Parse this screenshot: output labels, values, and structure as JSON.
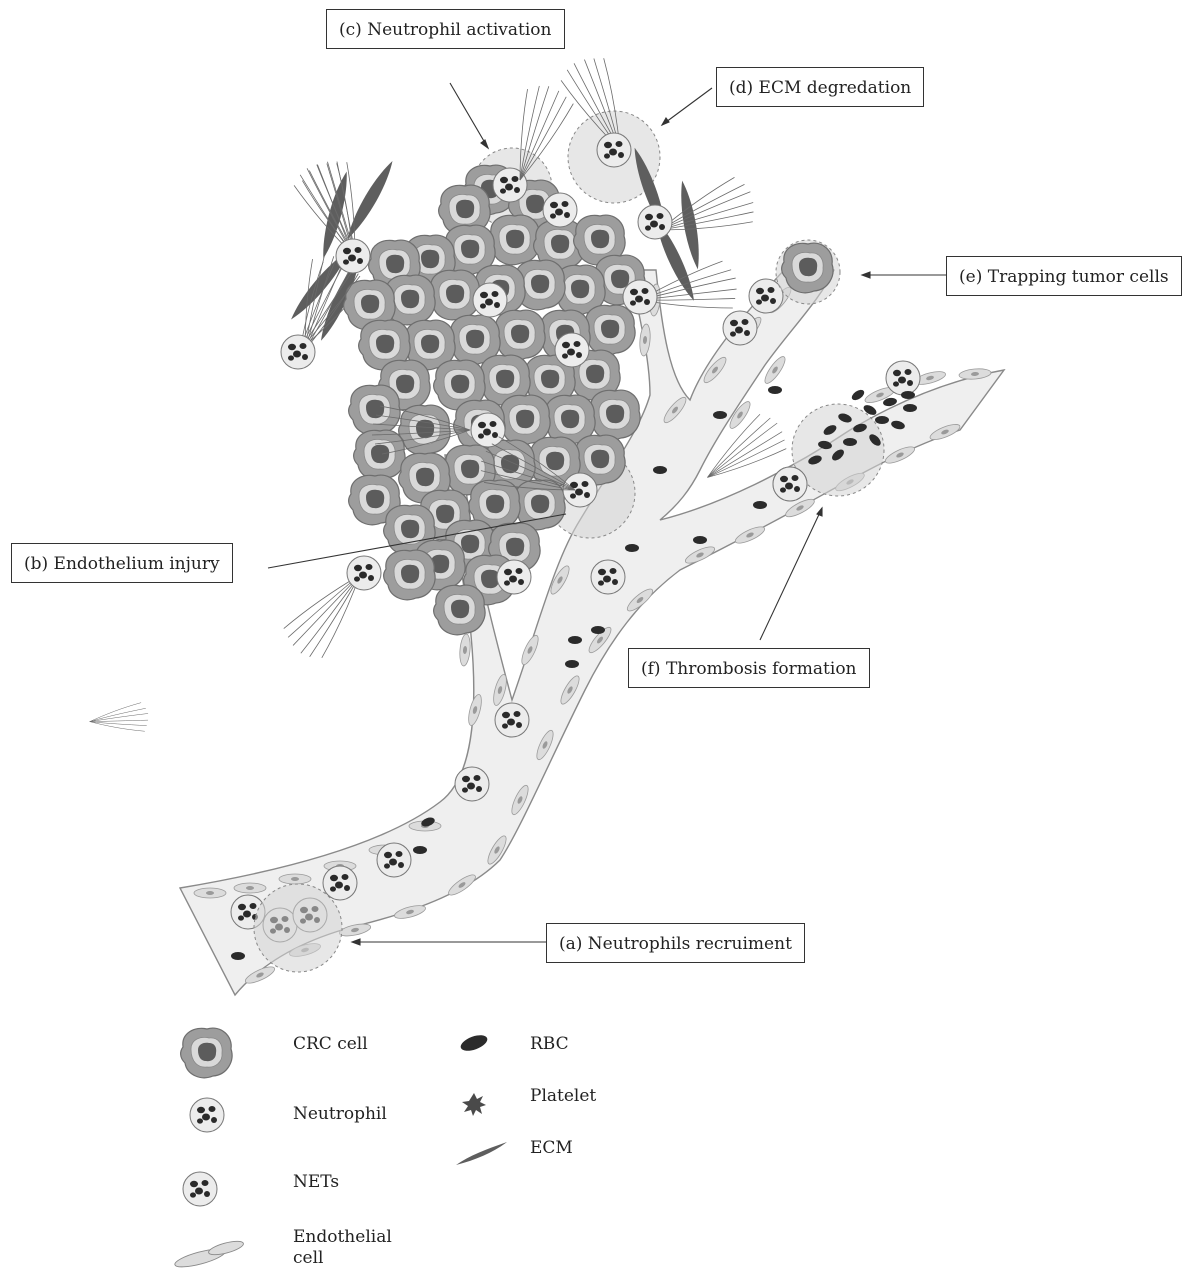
{
  "labels": {
    "a": "(a) Neutrophils recruiment",
    "b": "(b) Endothelium injury",
    "c": "(c) Neutrophil activation",
    "d": "(d) ECM degredation",
    "e": "(e) Trapping tumor cells",
    "f": "(f) Thrombosis formation"
  },
  "legend": {
    "crc_cell": "CRC cell",
    "neutrophil": "Neutrophil",
    "nets": "NETs",
    "endothelial_line1": "Endothelial",
    "endothelial_line2": "cell",
    "rbc": "RBC",
    "platelet": "Platelet",
    "ecm": "ECM"
  },
  "colors": {
    "vessel_fill": "#efefef",
    "vessel_stroke": "#8a8a8a",
    "crc_cell": "#9a9a9a",
    "crc_nucleus": "#5a5a5a",
    "neutrophil_fill": "#ececec",
    "neutrophil_nucleus": "#2a2a2a",
    "rbc": "#2b2b2b",
    "ecm": "#5e5e5e",
    "highlight": "#d4d4d4"
  }
}
